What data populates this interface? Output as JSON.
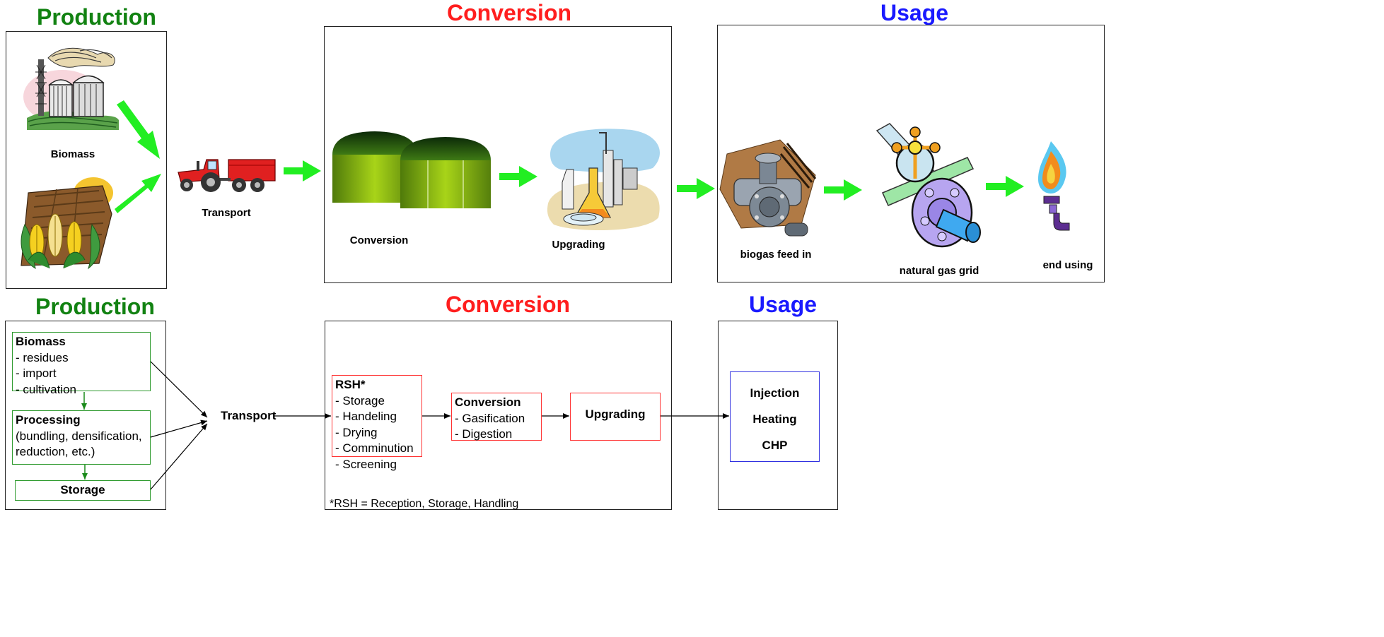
{
  "top": {
    "production_title": "Production",
    "conversion_title": "Conversion",
    "usage_title": "Usage",
    "captions": {
      "biomass": "Biomass",
      "transport": "Transport",
      "conversion": "Conversion",
      "upgrading": "Upgrading",
      "biogas_feed_in": "biogas feed in",
      "natural_gas_grid": "natural gas grid",
      "end_using": "end using"
    }
  },
  "bottom": {
    "production_title": "Production",
    "conversion_title": "Conversion",
    "usage_title": "Usage",
    "biomass_box": {
      "heading": "Biomass",
      "lines": [
        "- residues",
        "- import",
        "- cultivation"
      ]
    },
    "processing_box": {
      "heading": "Processing",
      "lines": [
        "(bundling, densification,",
        "reduction, etc.)"
      ]
    },
    "storage_box": {
      "heading": "Storage"
    },
    "transport_label": "Transport",
    "rsh_box": {
      "heading": "RSH*",
      "lines": [
        "- Storage",
        "- Handeling",
        "- Drying",
        "- Comminution",
        "- Screening"
      ]
    },
    "conversion_box": {
      "heading": "Conversion",
      "lines": [
        "- Gasification",
        "- Digestion"
      ]
    },
    "upgrading_box": {
      "heading": "Upgrading"
    },
    "usage_box": {
      "lines": [
        "Injection",
        "Heating",
        "CHP"
      ]
    },
    "footnote": "*RSH = Reception, Storage, Handling"
  },
  "colors": {
    "production": "#128212",
    "conversion": "#ff1e1e",
    "usage": "#1a1aff",
    "flow_arrow": "#22ee22"
  },
  "icons": [
    "factory-icon",
    "crop-field-icon",
    "tractor-icon",
    "digester-tanks-icon",
    "lab-flask-icon",
    "valve-icon",
    "pipeline-valve-icon",
    "gas-flame-icon"
  ]
}
